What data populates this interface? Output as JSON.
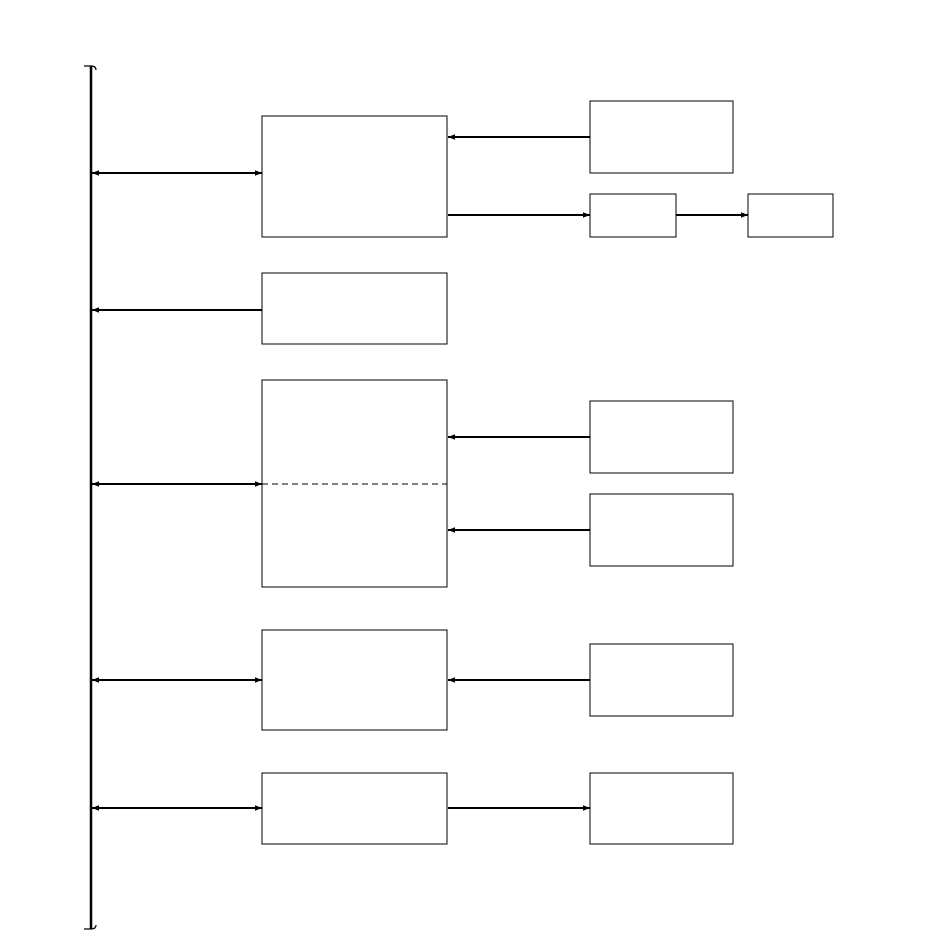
{
  "diagram": {
    "labels": {},
    "colors": {
      "stroke": "#000000",
      "background": "#ffffff"
    },
    "nodes": [
      {
        "id": "bus",
        "kind": "vertical-bus"
      },
      {
        "id": "module-1",
        "kind": "block"
      },
      {
        "id": "module-2",
        "kind": "block"
      },
      {
        "id": "module-3",
        "kind": "block",
        "sections": 2
      },
      {
        "id": "module-4",
        "kind": "block"
      },
      {
        "id": "module-5",
        "kind": "block"
      },
      {
        "id": "input-1",
        "kind": "block"
      },
      {
        "id": "output-1a",
        "kind": "block"
      },
      {
        "id": "output-1b",
        "kind": "block"
      },
      {
        "id": "input-3a",
        "kind": "block"
      },
      {
        "id": "input-3b",
        "kind": "block"
      },
      {
        "id": "input-4",
        "kind": "block"
      },
      {
        "id": "output-5",
        "kind": "block"
      }
    ],
    "edges": [
      {
        "from": "bus",
        "to": "module-1",
        "direction": "both"
      },
      {
        "from": "module-2",
        "to": "bus",
        "direction": "forward"
      },
      {
        "from": "bus",
        "to": "module-3",
        "direction": "both"
      },
      {
        "from": "bus",
        "to": "module-4",
        "direction": "both"
      },
      {
        "from": "bus",
        "to": "module-5",
        "direction": "both"
      },
      {
        "from": "input-1",
        "to": "module-1",
        "direction": "forward"
      },
      {
        "from": "module-1",
        "to": "output-1a",
        "direction": "forward"
      },
      {
        "from": "output-1a",
        "to": "output-1b",
        "direction": "forward"
      },
      {
        "from": "input-3a",
        "to": "module-3",
        "direction": "forward"
      },
      {
        "from": "input-3b",
        "to": "module-3",
        "direction": "forward"
      },
      {
        "from": "input-4",
        "to": "module-4",
        "direction": "forward"
      },
      {
        "from": "module-5",
        "to": "output-5",
        "direction": "forward"
      }
    ]
  }
}
